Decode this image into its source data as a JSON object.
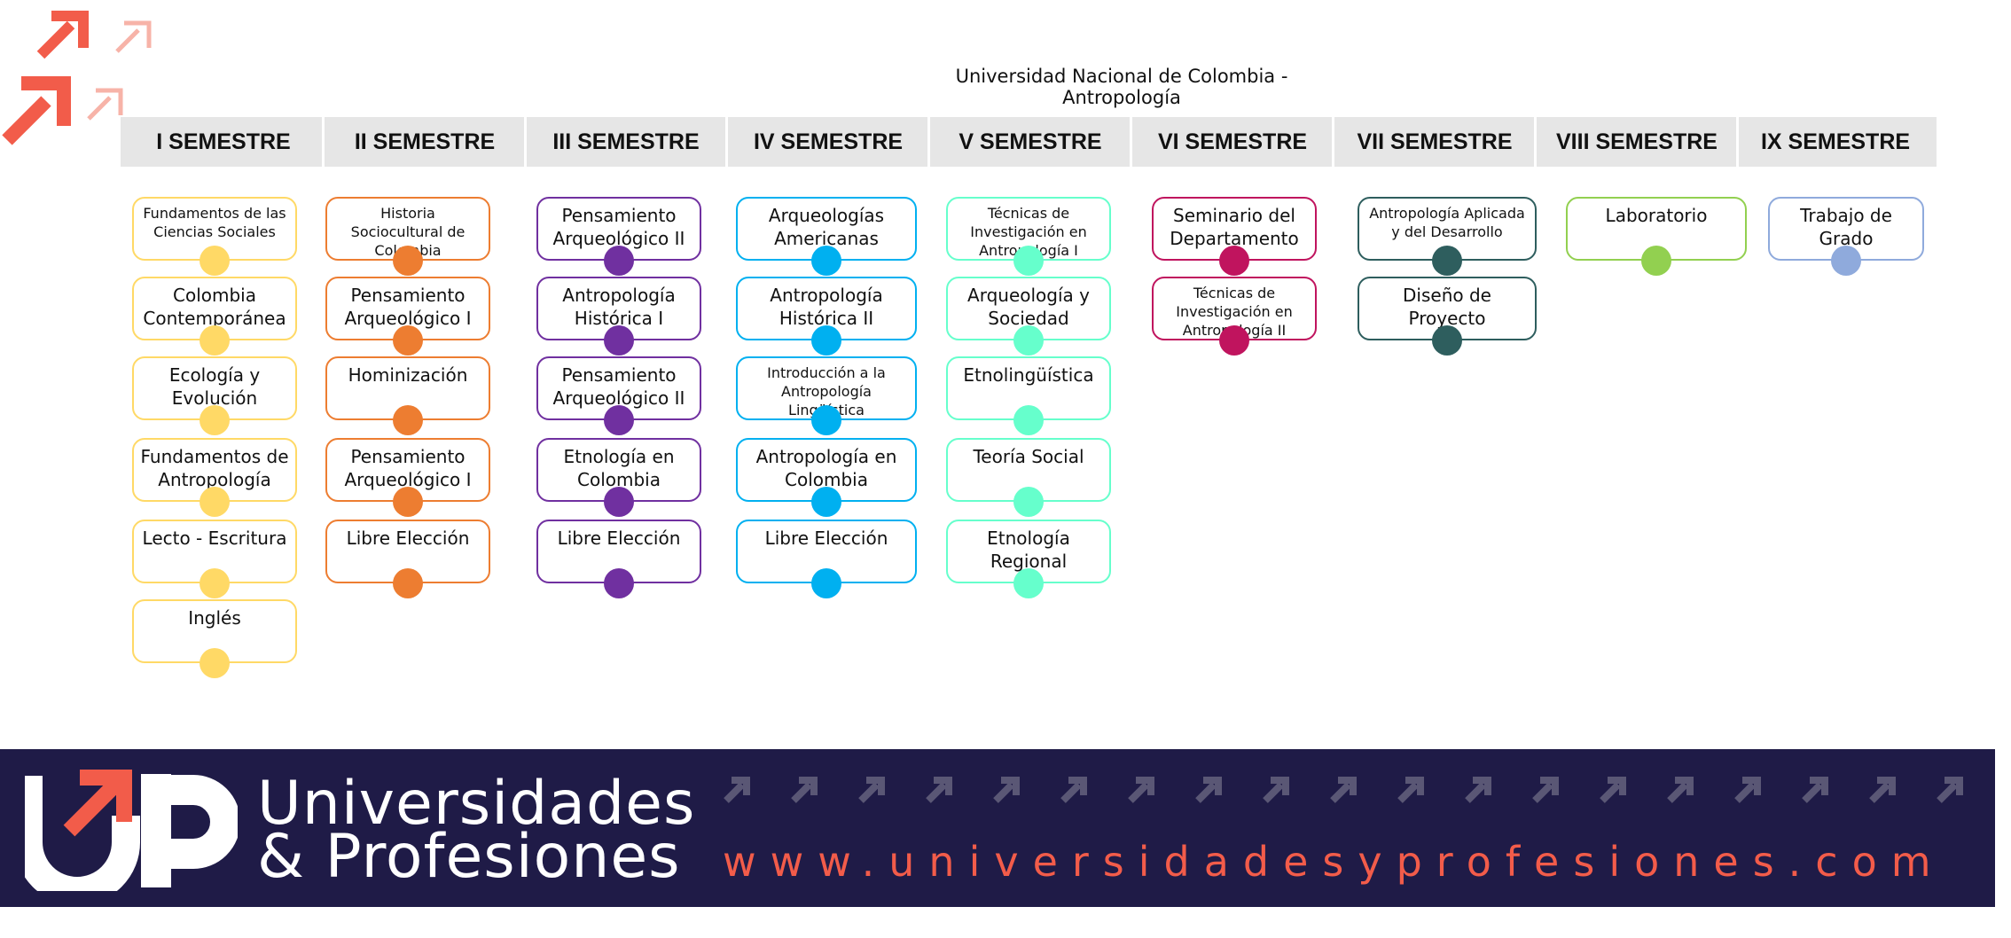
{
  "title": "Universidad Nacional de Colombia - Antropología",
  "semesters": [
    {
      "label": "I SEMESTRE",
      "color": "#ffd966",
      "courses": [
        "Fundamentos de las Ciencias Sociales",
        "Colombia Contemporánea",
        "Ecología y Evolución",
        "Fundamentos de Antropología",
        "Lecto - Escritura",
        "Inglés"
      ]
    },
    {
      "label": "II SEMESTRE",
      "color": "#ed7d31",
      "courses": [
        "Historia Sociocultural de Colombia",
        "Pensamiento Arqueológico I",
        "Hominización",
        "Pensamiento Arqueológico I",
        "Libre Elección"
      ]
    },
    {
      "label": "III SEMESTRE",
      "color": "#7030a0",
      "courses": [
        "Pensamiento Arqueológico II",
        "Antropología Histórica I",
        "Pensamiento Arqueológico II",
        "Etnología en Colombia",
        "Libre Elección"
      ]
    },
    {
      "label": "IV SEMESTRE",
      "color": "#00b0f0",
      "courses": [
        "Arqueologías Americanas",
        "Antropología Histórica II",
        "Introducción a la Antropología Lingüística",
        "Antropología en Colombia",
        "Libre Elección"
      ]
    },
    {
      "label": "V SEMESTRE",
      "color": "#66ffcc",
      "courses": [
        "Técnicas de Investigación en Antropología I",
        "Arqueología y Sociedad",
        "Etnolingüística",
        "Teoría Social",
        "Etnología Regional"
      ]
    },
    {
      "label": "VI SEMESTRE",
      "color": "#c0145e",
      "courses": [
        "Seminario del Departamento",
        "Técnicas de Investigación en Antropología II"
      ]
    },
    {
      "label": "VII SEMESTRE",
      "color": "#2e5e5e",
      "courses": [
        "Antropología Aplicada y del Desarrollo",
        "Diseño de Proyecto"
      ]
    },
    {
      "label": "VIII SEMESTRE",
      "color": "#92d050",
      "courses": [
        "Laboratorio"
      ]
    },
    {
      "label": "IX SEMESTRE",
      "color": "#8faadc",
      "courses": [
        "Trabajo de Grado"
      ]
    }
  ],
  "footer": {
    "brand_line1": "Universidades",
    "brand_line2": "& Profesiones",
    "url": "www.universidadesyprofesiones.com",
    "logo_text": "UP",
    "accent_color": "#f25c4a",
    "background_color": "#1f1b47"
  },
  "icons": [
    "arrow-up-right-icon"
  ]
}
